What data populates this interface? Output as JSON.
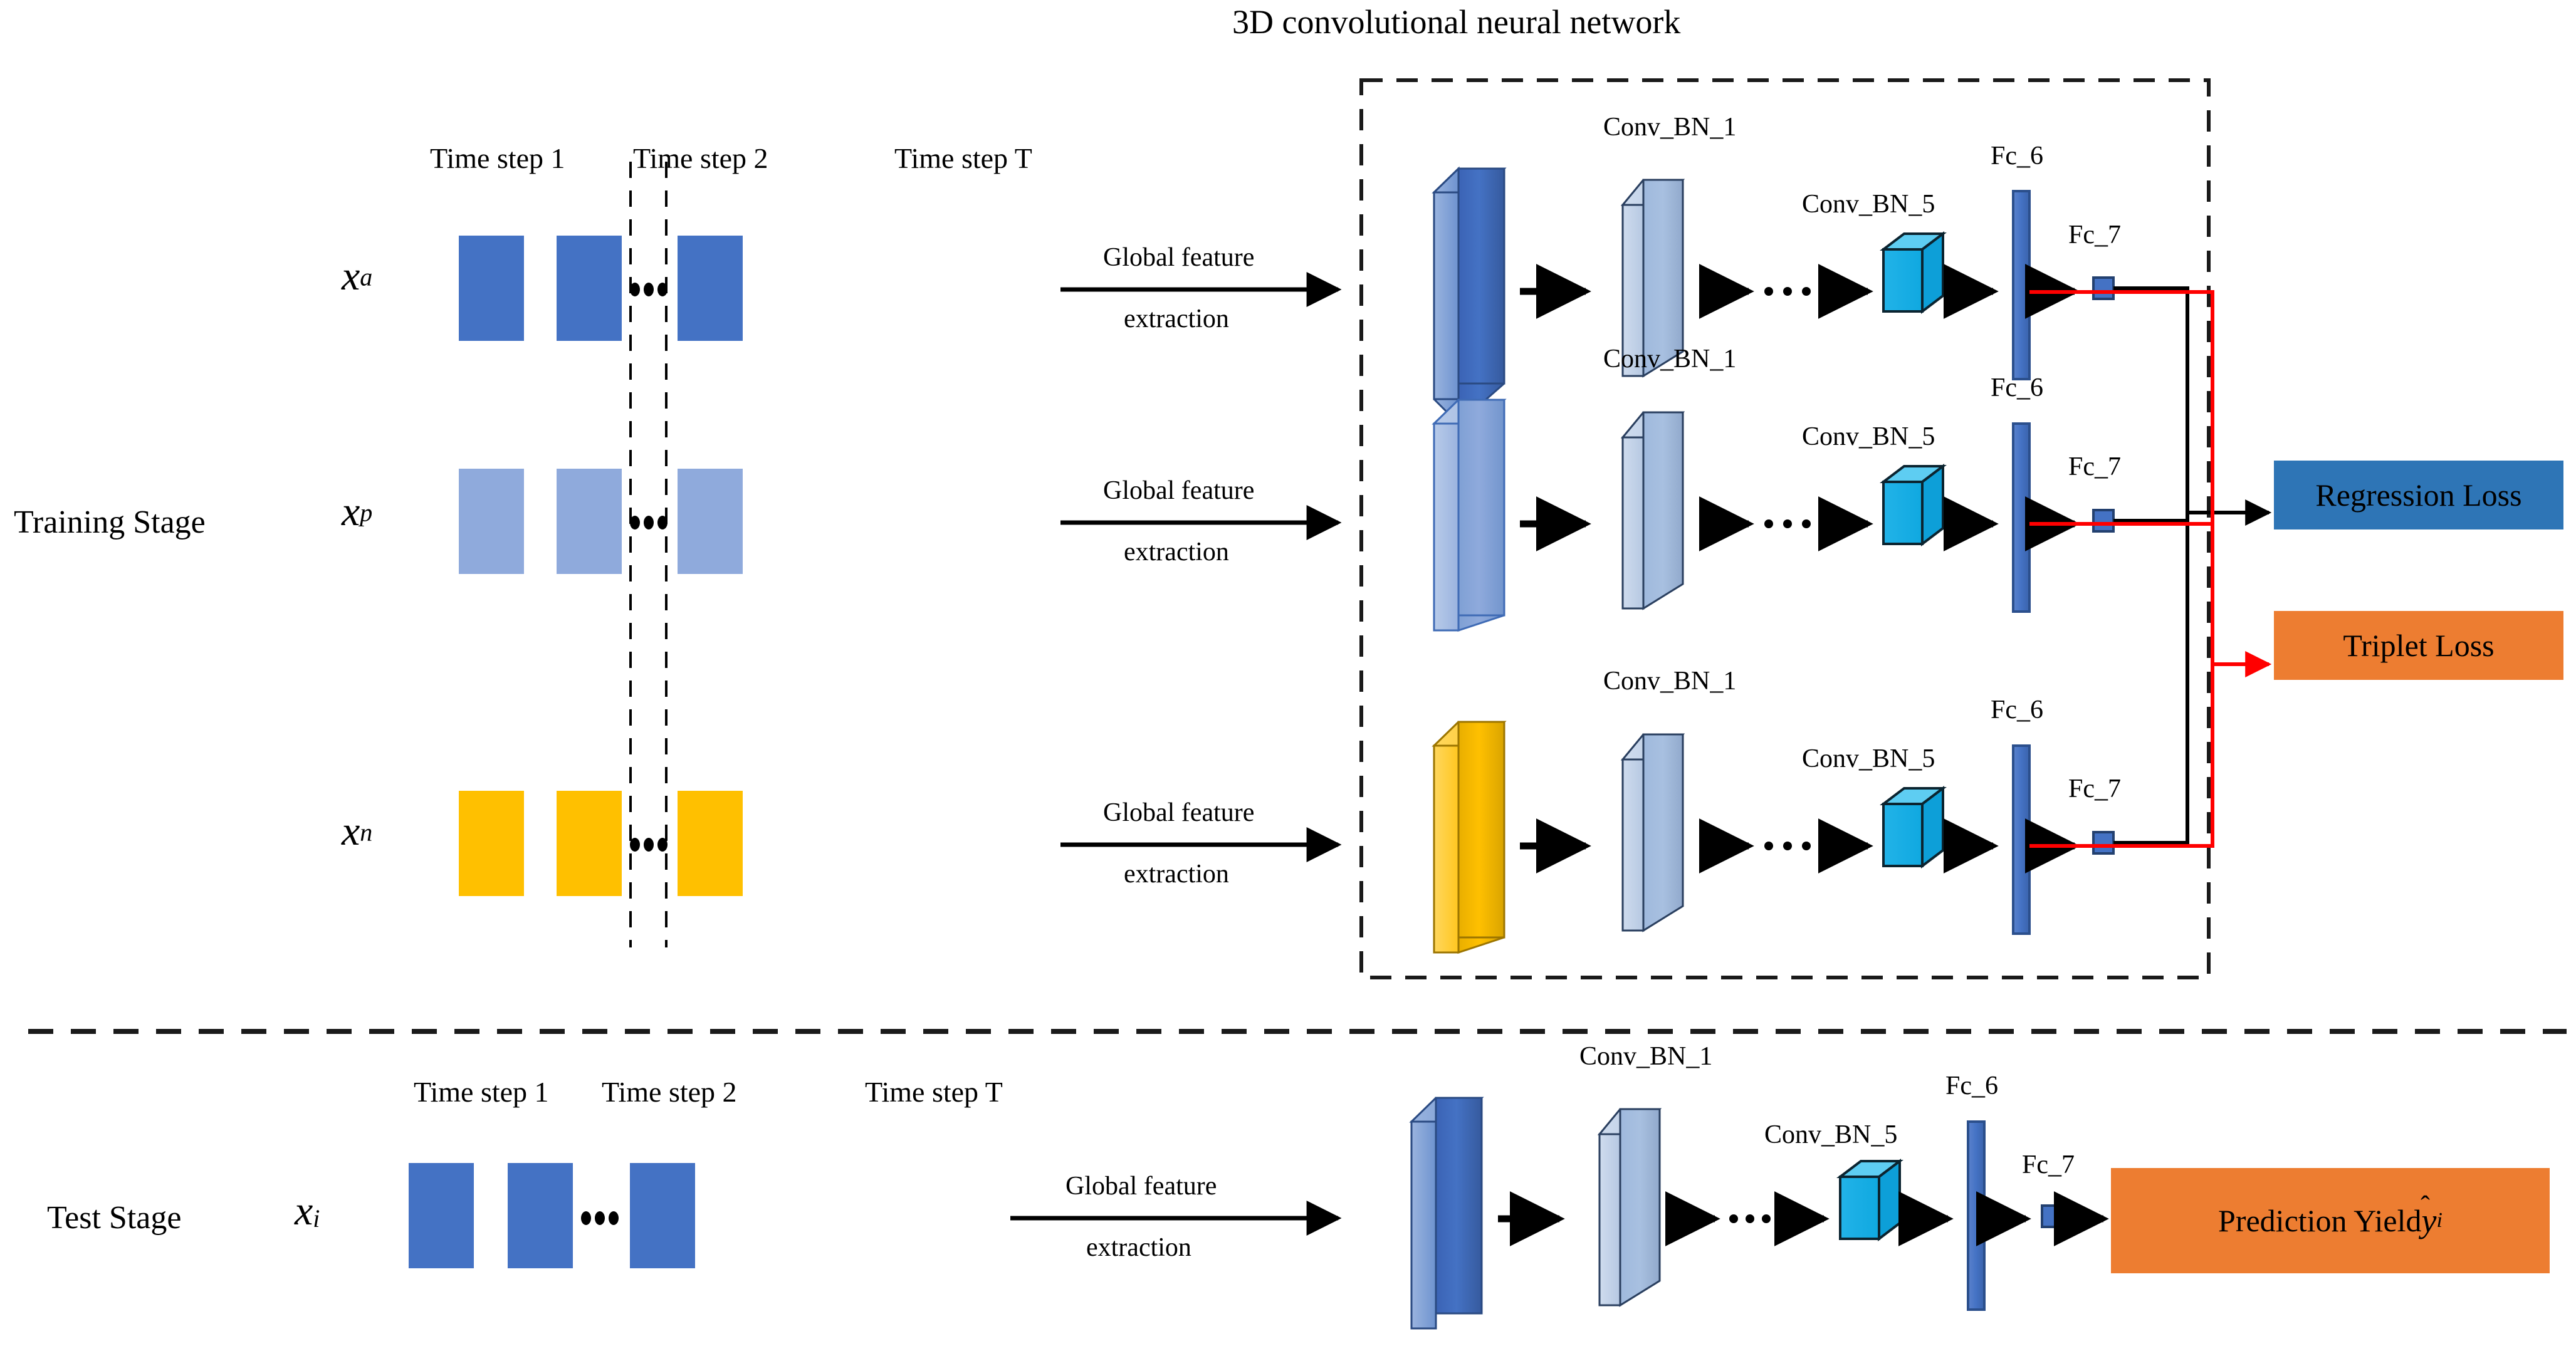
{
  "diagram": {
    "title": "3D convolutional neural network",
    "stages": {
      "training_label": "Training Stage",
      "test_label": "Test Stage"
    },
    "time_steps": {
      "step1": "Time step 1",
      "step2": "Time step 2",
      "stepT": "Time step T",
      "ellipsis": "• • •"
    },
    "inputs": [
      {
        "symbol": "x",
        "superscript": "a",
        "role": "anchor",
        "color": "#4472C4"
      },
      {
        "symbol": "x",
        "superscript": "p",
        "role": "positive",
        "color": "#8FAADC"
      },
      {
        "symbol": "x",
        "superscript": "n",
        "role": "negative",
        "color": "#FFC000"
      }
    ],
    "test_input": {
      "symbol": "x",
      "subscript": "i",
      "color": "#4472C4"
    },
    "arrow_label": {
      "line1": "Global feature",
      "line2": "extraction"
    },
    "layer_labels": {
      "conv_bn_1": "Conv_BN_1",
      "conv_bn_5": "Conv_BN_5",
      "fc_6": "Fc_6",
      "fc_7": "Fc_7",
      "ellipsis": "· · ·"
    },
    "losses": [
      {
        "name": "Regression Loss",
        "color": "#2E75B6",
        "connector": "#000000"
      },
      {
        "name": "Triplet Loss",
        "color": "#ED7D31",
        "connector": "#FF0000"
      }
    ],
    "prediction": {
      "prefix": "Prediction Yield ",
      "symbol": "y",
      "hat": "̂",
      "subscript": "i",
      "color": "#ED7D31"
    },
    "colors": {
      "anchor_blue": "#4472C4",
      "positive_blue": "#8FAADC",
      "negative_yellow": "#FFC000",
      "slab_light": "#A8C0E0",
      "cube_cyan": "#29B6E8",
      "fc_bar": "#4472C4",
      "regression_box": "#2E75B6",
      "triplet_box": "#ED7D31",
      "red_line": "#FF0000",
      "black_line": "#000000"
    }
  },
  "chart_data": {
    "type": "diagram",
    "title": "3D convolutional neural network",
    "branches": [
      {
        "label": "x^a",
        "color": "#4472C4",
        "loss": "Regression Loss"
      },
      {
        "label": "x^p",
        "color": "#8FAADC",
        "loss": "Triplet Loss"
      },
      {
        "label": "x^n",
        "color": "#FFC000",
        "loss": "Triplet Loss"
      }
    ],
    "pipeline": [
      "Input volume",
      "Conv_BN_1",
      "...",
      "Conv_BN_5",
      "Fc_6",
      "Fc_7"
    ]
  }
}
